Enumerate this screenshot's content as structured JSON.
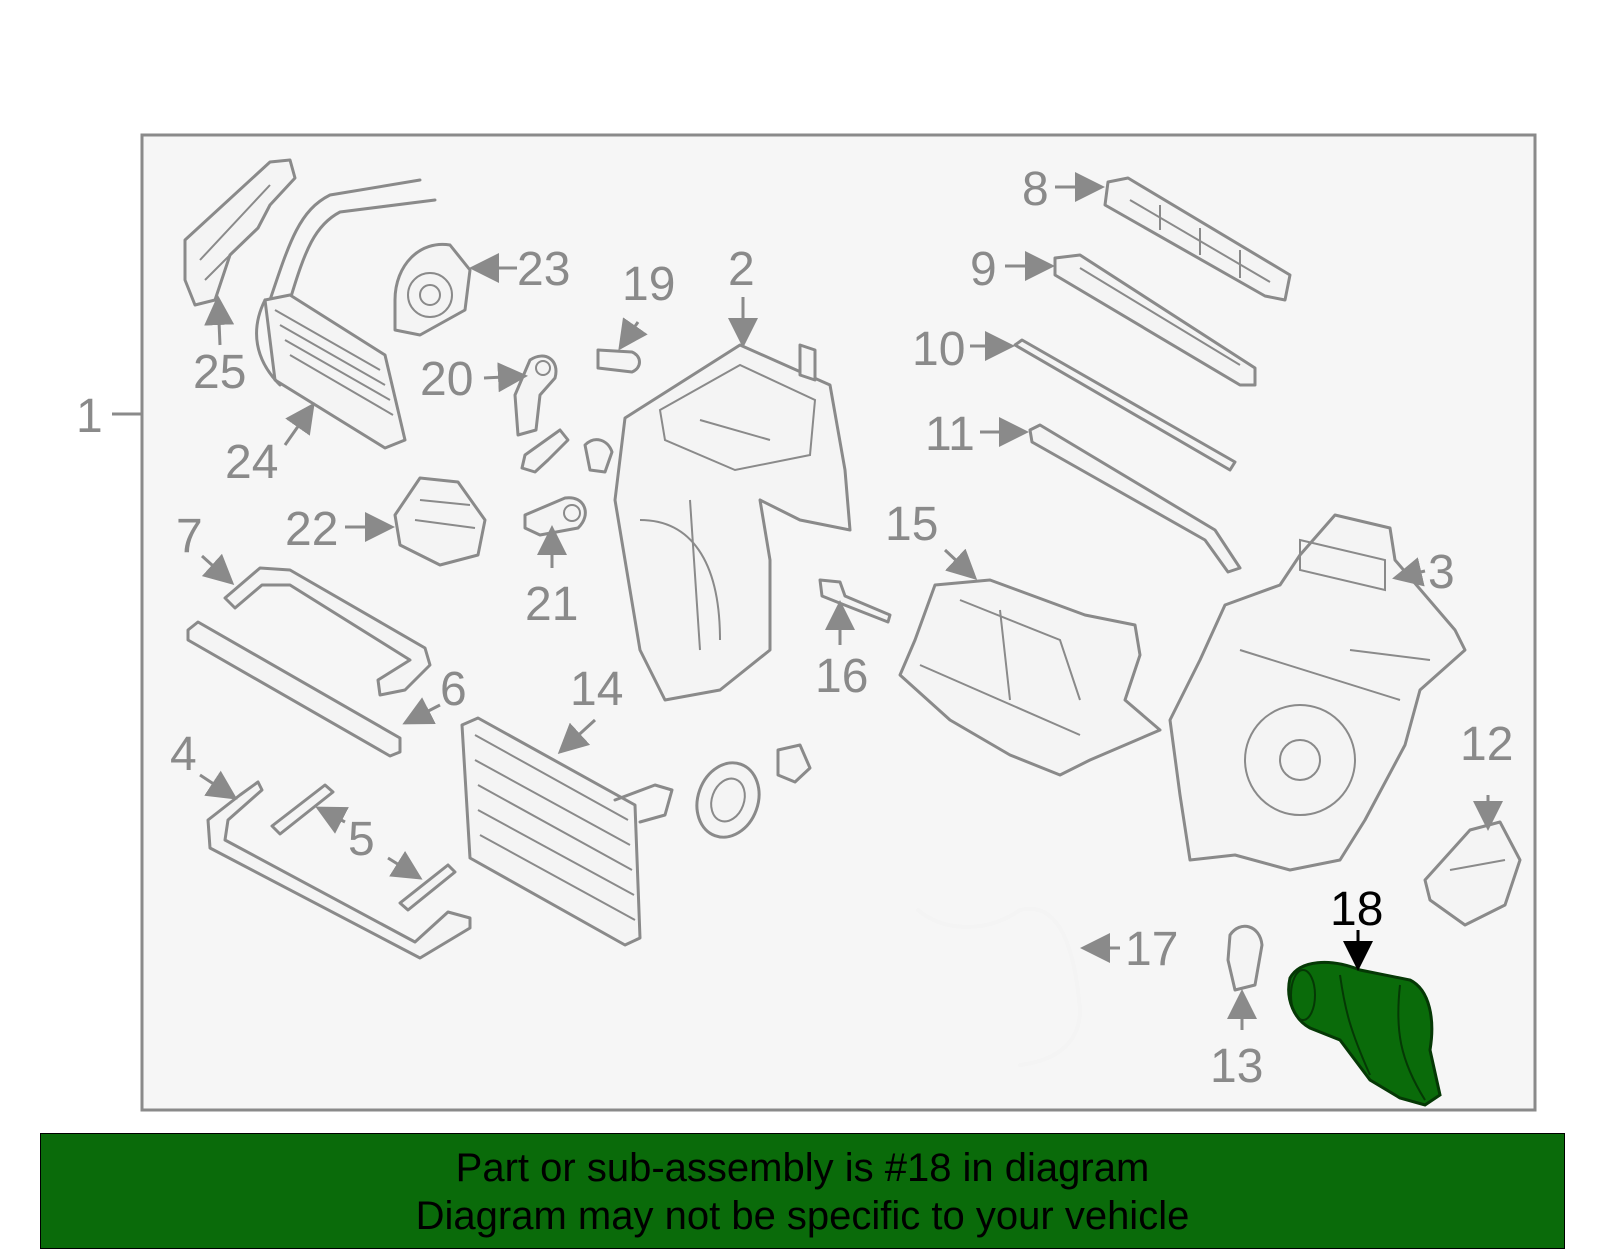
{
  "callouts": [
    {
      "id": "1",
      "label": "1"
    },
    {
      "id": "2",
      "label": "2"
    },
    {
      "id": "3",
      "label": "3"
    },
    {
      "id": "4",
      "label": "4"
    },
    {
      "id": "5",
      "label": "5"
    },
    {
      "id": "6",
      "label": "6"
    },
    {
      "id": "7",
      "label": "7"
    },
    {
      "id": "8",
      "label": "8"
    },
    {
      "id": "9",
      "label": "9"
    },
    {
      "id": "10",
      "label": "10"
    },
    {
      "id": "11",
      "label": "11"
    },
    {
      "id": "12",
      "label": "12"
    },
    {
      "id": "13",
      "label": "13"
    },
    {
      "id": "14",
      "label": "14"
    },
    {
      "id": "15",
      "label": "15"
    },
    {
      "id": "16",
      "label": "16"
    },
    {
      "id": "17",
      "label": "17"
    },
    {
      "id": "18",
      "label": "18"
    },
    {
      "id": "19",
      "label": "19"
    },
    {
      "id": "20",
      "label": "20"
    },
    {
      "id": "21",
      "label": "21"
    },
    {
      "id": "22",
      "label": "22"
    },
    {
      "id": "23",
      "label": "23"
    },
    {
      "id": "24",
      "label": "24"
    },
    {
      "id": "25",
      "label": "25"
    }
  ],
  "highlight": {
    "part": "18",
    "color": "#0a6b0a"
  },
  "banner": {
    "line1": "Part or sub-assembly is #18 in diagram",
    "line2": "Diagram may not be specific to your vehicle",
    "background": "#0a6b0a"
  }
}
